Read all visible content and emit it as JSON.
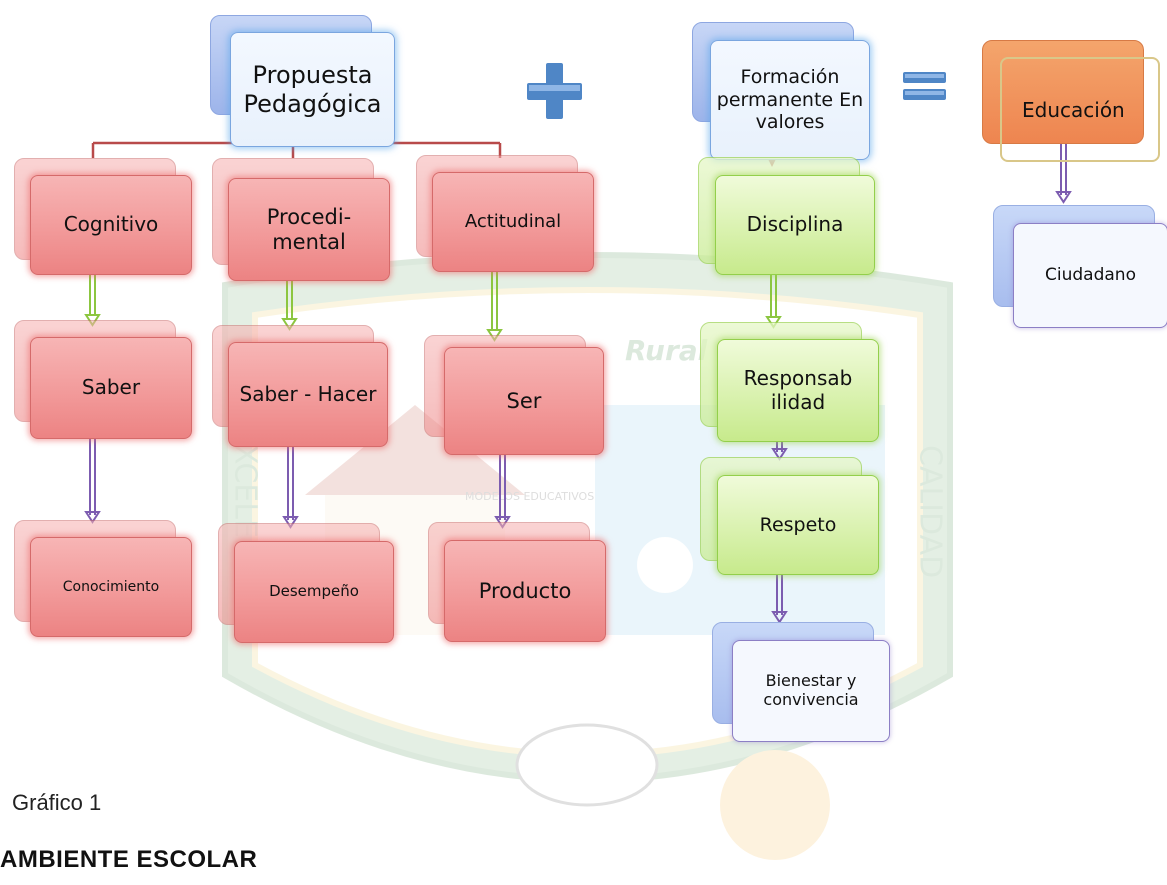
{
  "propuesta": "Propuesta Pedagógica",
  "formacion": "Formación permanente En valores",
  "educacion": "Educación",
  "ciudadano": "Ciudadano",
  "columns": [
    {
      "dimension": "Cognitivo",
      "saber": "Saber",
      "resultado": "Conocimiento"
    },
    {
      "dimension": "Procedi- mental",
      "saber": "Saber - Hacer",
      "resultado": "Desempeño"
    },
    {
      "dimension": "Actitudinal",
      "saber": "Ser",
      "resultado": "Producto"
    }
  ],
  "valores": [
    "Disciplina",
    "Responsab ilidad",
    "Respeto"
  ],
  "bienestar": "Bienestar y convivencia",
  "watermark": {
    "left_text": "EXCELENCIA",
    "right_text": "CALIDAD",
    "top_text": "Rural ... les",
    "inner_text": "MODELOS EDUCATIVOS"
  },
  "caption": "Gráfico 1",
  "heading": "AMBIENTE ESCOLAR",
  "colors": {
    "red_node": "#f29a9a",
    "green_node": "#c7ea8c",
    "blue_node": "#e8f1fc",
    "orange_node": "#ee8550",
    "plus_sign": "#4f86c6",
    "connector_red": "#b84a4a",
    "connector_green": "#8cc640",
    "connector_purple": "#7c5cb0"
  }
}
